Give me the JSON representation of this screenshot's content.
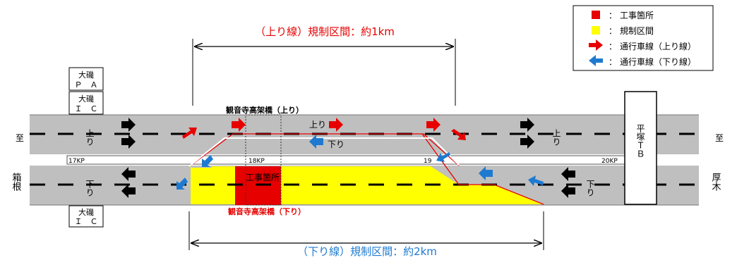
{
  "upper_range_label": "（上り線）規制区間：約1km",
  "lower_range_label": "（下り線）規制区間：約2km",
  "legend": {
    "items": [
      {
        "symbol": "■",
        "text": "工事箇所",
        "color": "#e60000"
      },
      {
        "symbol": "■",
        "text": "規制区間",
        "color": "#ffff00"
      },
      {
        "symbol": "➡",
        "text": "通行車線（上り線）",
        "color": "#e60000"
      },
      {
        "symbol": "⬅",
        "text": "通行車線（下り線）",
        "color": "#1e7ad0"
      }
    ],
    "separator": "："
  },
  "boxes": {
    "pa_name": "大磯",
    "pa_type": "Ｐ　Ａ",
    "ic_top_name": "大磯",
    "ic_top_type": "Ｉ　Ｃ",
    "ic_bottom_name": "大磯",
    "ic_bottom_type": "Ｉ　Ｃ",
    "tb_label": "平塚ＴＢ"
  },
  "bridges": {
    "upper": "観音寺高架橋（上り）",
    "lower": "観音寺高架橋（下り）"
  },
  "lanes": {
    "up_left": "上り",
    "up_mid": "上り",
    "up_right": "上り",
    "down_left": "下り",
    "down_mid": "下り",
    "down_right": "下り"
  },
  "kp": {
    "kp17": "17KP",
    "kp18": "18KP",
    "kp19": "19",
    "kp20": "20KP"
  },
  "work_site": "工事箇所",
  "left_dest": {
    "to": "至",
    "name": "箱根"
  },
  "right_dest": {
    "to": "至",
    "name": "厚木"
  },
  "colors": {
    "road": "#bfbfbf",
    "work": "#e60000",
    "restricted": "#ffff00",
    "up_arrow": "#e60000",
    "down_arrow": "#1e7ad0",
    "range_upper_text": "#e60000",
    "range_lower_text": "#1e7ad0"
  }
}
